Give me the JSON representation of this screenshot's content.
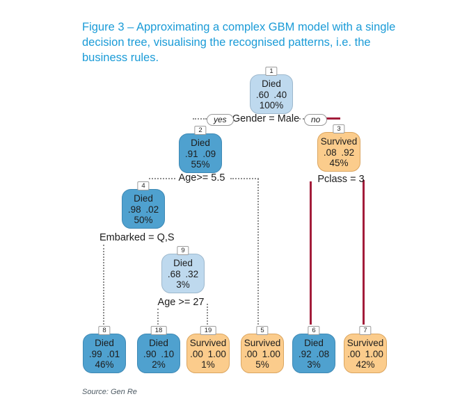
{
  "title": "Figure 3 – Approximating a complex GBM model with a single decision tree, visualising the recognised patterns, i.e. the business rules.",
  "source": "Source: Gen Re",
  "palette": {
    "title_color": "#1a9bd7",
    "node_died_strong": "#4fa1cf",
    "node_died_weak": "#bed9ee",
    "node_survived": "#fbcc8c",
    "edge_highlight_red": "#a31c3a",
    "edge_dotted_gray": "#8c8c8c"
  },
  "edge_labels": {
    "yes": "yes",
    "no": "no",
    "root_split": "Gender = Male",
    "age55_split": "Age>= 5.5",
    "pclass_split": "Pclass = 3",
    "embarked_split": "Embarked = Q,S",
    "age27_split": "Age >= 27"
  },
  "nodes": [
    {
      "id": "1",
      "label": "Died",
      "probs": ".60 .40",
      "pct": "100%"
    },
    {
      "id": "2",
      "label": "Died",
      "probs": ".91 .09",
      "pct": "55%"
    },
    {
      "id": "3",
      "label": "Survived",
      "probs": ".08 .92",
      "pct": "45%"
    },
    {
      "id": "4",
      "label": "Died",
      "probs": ".98 .02",
      "pct": "50%"
    },
    {
      "id": "9",
      "label": "Died",
      "probs": ".68 .32",
      "pct": "3%"
    },
    {
      "id": "8",
      "label": "Died",
      "probs": ".99 .01",
      "pct": "46%"
    },
    {
      "id": "18",
      "label": "Died",
      "probs": ".90 .10",
      "pct": "2%"
    },
    {
      "id": "19",
      "label": "Survived",
      "probs": ".00 1.00",
      "pct": "1%"
    },
    {
      "id": "5",
      "label": "Survived",
      "probs": ".00 1.00",
      "pct": "5%"
    },
    {
      "id": "6",
      "label": "Died",
      "probs": ".92 .08",
      "pct": "3%"
    },
    {
      "id": "7",
      "label": "Survived",
      "probs": ".00 1.00",
      "pct": "42%"
    }
  ]
}
